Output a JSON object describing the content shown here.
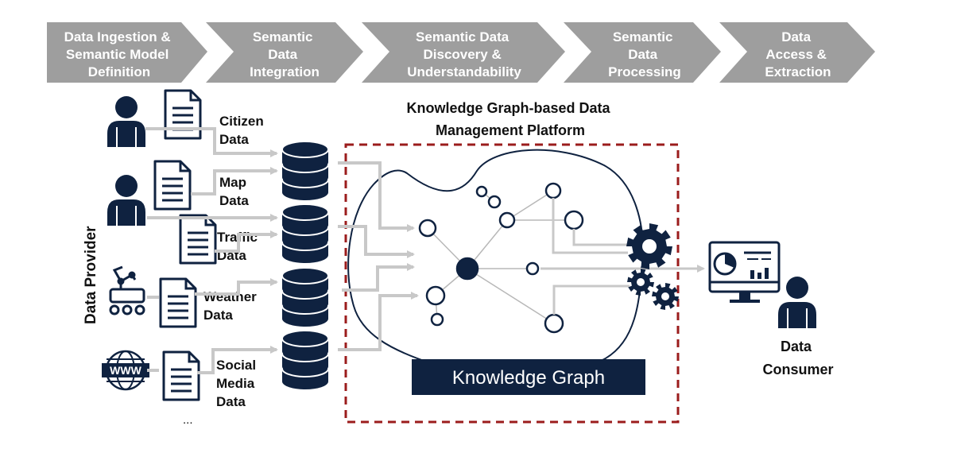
{
  "colors": {
    "navy": "#0f2240",
    "gray": "#9e9e9e",
    "arrow": "#c8c8c8",
    "dashed": "#9b1c1c"
  },
  "stages": [
    {
      "lines": [
        "Data Ingestion &",
        "Semantic Model",
        "Definition"
      ]
    },
    {
      "lines": [
        "Semantic",
        "Data",
        "Integration"
      ]
    },
    {
      "lines": [
        "Semantic Data",
        "Discovery &",
        "Understandability"
      ]
    },
    {
      "lines": [
        "Semantic",
        "Data",
        "Processing"
      ]
    },
    {
      "lines": [
        "Data",
        "Access &",
        "Extraction"
      ]
    }
  ],
  "provider_label": "Data Provider",
  "sources": [
    {
      "lines": [
        "Citizen",
        "Data"
      ],
      "icon": "person-icon"
    },
    {
      "lines": [
        "Map",
        "Data"
      ],
      "icon": "person-icon"
    },
    {
      "lines": [
        "Traffic",
        "Data"
      ],
      "icon": "document-icon"
    },
    {
      "lines": [
        "Weather",
        "Data"
      ],
      "icon": "robot-arm-icon"
    },
    {
      "lines": [
        "Social",
        "Media",
        "Data"
      ],
      "icon": "www-globe-icon"
    }
  ],
  "ellipsis": "...",
  "platform_title": [
    "Knowledge Graph-based Data",
    "Management Platform"
  ],
  "kg_label": "Knowledge Graph",
  "consumer_label": [
    "Data",
    "Consumer"
  ]
}
